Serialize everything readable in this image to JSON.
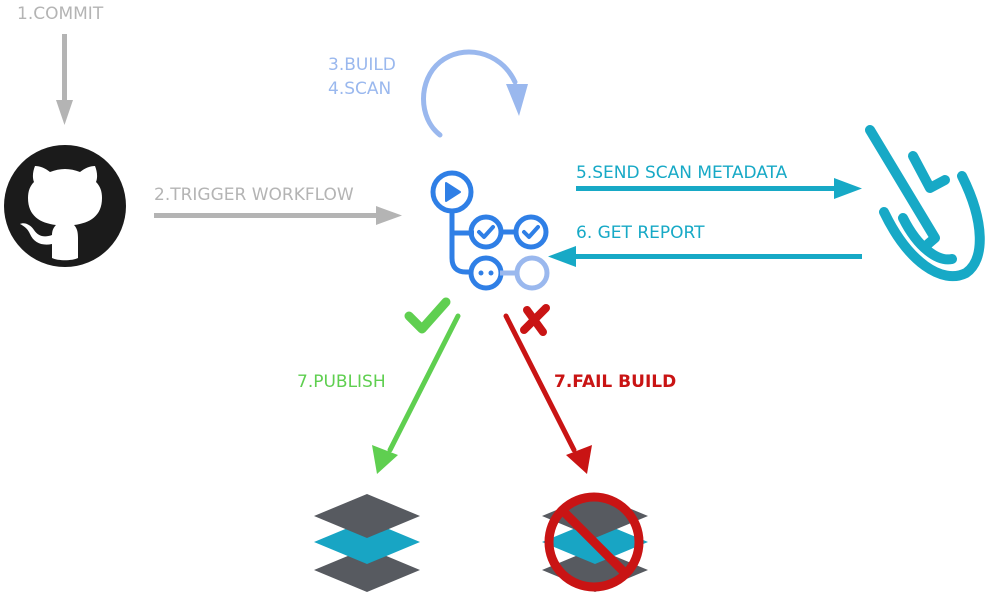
{
  "steps": {
    "commit": "1.COMMIT",
    "trigger": "2.TRIGGER WORKFLOW",
    "build": "3.BUILD",
    "scan": "4.SCAN",
    "send_metadata": "5.SEND SCAN METADATA",
    "get_report": "6. GET REPORT",
    "publish": "7.PUBLISH",
    "fail_build": "7.FAIL BUILD"
  },
  "colors": {
    "gray": "#b4b4b4",
    "light_blue": "#9ab8ee",
    "actions_blue": "#2f7fe6",
    "teal": "#17a9c6",
    "green": "#5fcf50",
    "red": "#c91414",
    "dark_slate": "#575a60",
    "layer_teal": "#18a5c4"
  },
  "icons": {
    "repo": "github-icon",
    "workflow": "github-actions-icon",
    "scanner": "scanner-logo-icon",
    "published_artifact": "layers-stack-icon",
    "blocked_artifact": "blocked-layers-stack-icon"
  }
}
